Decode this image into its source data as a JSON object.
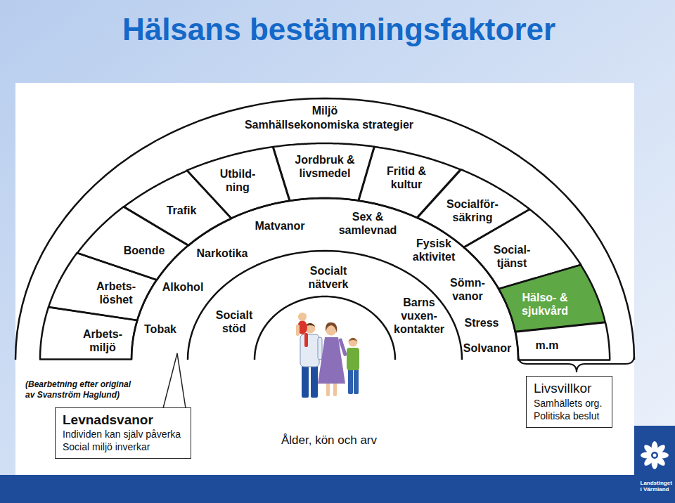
{
  "diagram": {
    "title": "Hälsans bestämningsfaktorer",
    "nodes": [
      {
        "text": [
          "Miljö",
          "Samhällsekonomiska strategier"
        ]
      },
      {
        "text": [
          "Arbets- miljö"
        ],
        "in": 0
      },
      {
        "text": [
          "Arbets- löshet"
        ],
        "in": 0
      },
      {
        "text": [
          "Boende"
        ],
        "in": 0
      },
      {
        "text": [
          "Trafik"
        ],
        "in": 0
      },
      {
        "text": [
          "Utbild- ning"
        ],
        "in": 0
      },
      {
        "text": [
          "Jordbruk & livsmedel"
        ],
        "in": 0
      },
      {
        "text": [
          "Fritid & kultur"
        ],
        "in": 0
      },
      {
        "text": [
          "Socialför- säkring"
        ],
        "in": 0
      },
      {
        "text": [
          "Social- tjänst"
        ],
        "in": 0
      },
      {
        "text": [
          "Hälso- & sjukvård"
        ],
        "in": 0
      },
      {
        "text": [
          "m.m"
        ],
        "in": 0
      },
      {
        "text": [
          "Tobak",
          "Alkohol",
          "Narkotika",
          "Matvanor",
          "Sex & samlevnad",
          "Fysisk aktivitet",
          "Sömn- vanor",
          "Stress",
          "Solvanor"
        ],
        "in": 0
      },
      {
        "text": [
          "Socialt stöd",
          "Socialt nätverk",
          "Barns vuxen- kontakter"
        ],
        "in": 12
      },
      {
        "text": [
          "Levnadsvanor",
          "Individen kan själv påverka",
          "Social miljö inverkar"
        ]
      },
      {
        "text": [
          "Livsvillkor",
          "Samhällets org.",
          "Politiska beslut"
        ]
      }
    ],
    "labels": [
      "(Bearbetning efter original av Svanström Haglund)",
      "Ålder, kön och arv",
      "Landstinget i Värmland"
    ]
  }
}
